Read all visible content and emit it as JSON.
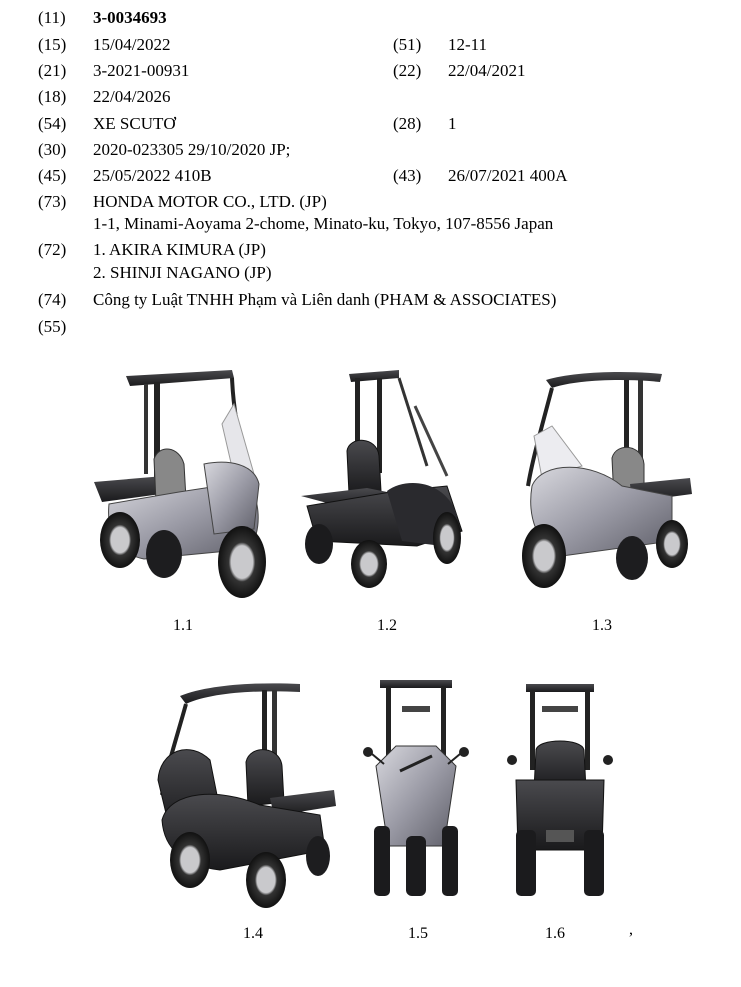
{
  "record": {
    "f11": {
      "code": "(11)",
      "value": "3-0034693"
    },
    "f15": {
      "code": "(15)",
      "value": "15/04/2022"
    },
    "f51": {
      "code": "(51)",
      "value": "12-11"
    },
    "f21": {
      "code": "(21)",
      "value": "3-2021-00931"
    },
    "f22": {
      "code": "(22)",
      "value": "22/04/2021"
    },
    "f18": {
      "code": "(18)",
      "value": "22/04/2026"
    },
    "f54": {
      "code": "(54)",
      "value": "XE SCUTƠ"
    },
    "f28": {
      "code": "(28)",
      "value": "1"
    },
    "f30": {
      "code": "(30)",
      "value": "2020-023305 29/10/2020 JP;"
    },
    "f45": {
      "code": "(45)",
      "value": "25/05/2022 410B"
    },
    "f43": {
      "code": "(43)",
      "value": "26/07/2021 400A"
    },
    "f73": {
      "code": "(73)",
      "line1": "HONDA MOTOR CO., LTD. (JP)",
      "line2": "1-1, Minami-Aoyama 2-chome, Minato-ku, Tokyo, 107-8556 Japan"
    },
    "f72": {
      "code": "(72)",
      "line1": "1. AKIRA KIMURA (JP)",
      "line2": "2. SHINJI NAGANO (JP)"
    },
    "f74": {
      "code": "(74)",
      "value": "Công ty Luật TNHH Phạm và Liên danh (PHAM & ASSOCIATES)"
    },
    "f55": {
      "code": "(55)"
    }
  },
  "figures": {
    "fig11": {
      "caption": "1.1",
      "view": "right-front perspective"
    },
    "fig12": {
      "caption": "1.2",
      "view": "left-rear perspective"
    },
    "fig13": {
      "caption": "1.3",
      "view": "left-front perspective"
    },
    "fig14": {
      "caption": "1.4",
      "view": "left-front high perspective"
    },
    "fig15": {
      "caption": "1.5",
      "view": "front"
    },
    "fig16": {
      "caption": "1.6",
      "view": "rear"
    }
  },
  "trailing_mark": ","
}
